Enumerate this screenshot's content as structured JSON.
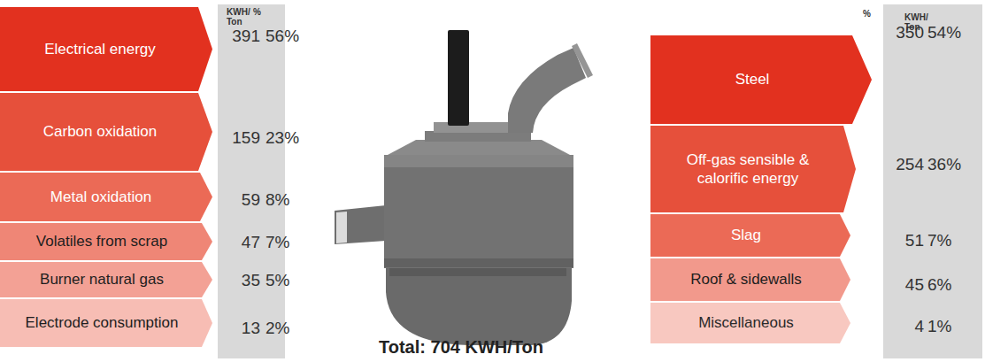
{
  "diagram": {
    "nodes": [
      {
        "text": [
          "Electrical energy"
        ]
      },
      {
        "text": [
          "Carbon oxidation"
        ]
      },
      {
        "text": [
          "Metal oxidation"
        ]
      },
      {
        "text": [
          "Volatiles from scrap"
        ]
      },
      {
        "text": [
          "Burner natural gas"
        ]
      },
      {
        "text": [
          "Electrode consumption"
        ]
      },
      {
        "text": [
          "Steel"
        ]
      },
      {
        "text": [
          "Off-gas sensible & calorific energy"
        ]
      },
      {
        "text": [
          "Slag"
        ]
      },
      {
        "text": [
          "Roof & sidewalls"
        ]
      },
      {
        "text": [
          "Miscellaneous"
        ]
      }
    ],
    "labels": [
      "KWH/ Ton",
      "%",
      "391",
      "56%",
      "159",
      "23%",
      "59",
      "8%",
      "47",
      "7%",
      "35",
      "5%",
      "13",
      "2%",
      "Total: 704 KWH/Ton",
      "%",
      "KWH/ Ton",
      "350",
      "54%",
      "254",
      "36%",
      "51",
      "7%",
      "45",
      "6%",
      "4",
      "1%"
    ]
  }
}
